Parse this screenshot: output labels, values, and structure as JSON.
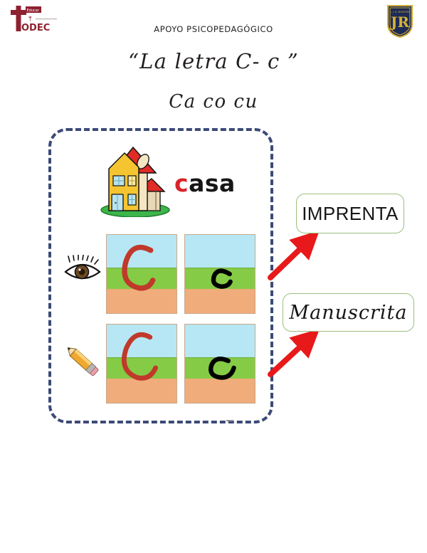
{
  "page": {
    "header_title": "APOYO PSICOPEDAGÓGICO",
    "title": "“La letra C- c ”",
    "subtitle": "Ca co cu"
  },
  "logos": {
    "left": {
      "name": "odec-logo",
      "text": "ODEC",
      "top_text": "Educar",
      "color": "#8e2230"
    },
    "right": {
      "name": "jr-shield-logo",
      "monogram": "JR",
      "shield_color": "#1d2a55",
      "accent_color": "#d4af37"
    }
  },
  "panel": {
    "border_color": "#3c4a76",
    "border_style": "dashed",
    "illustration": {
      "name": "house-illustration",
      "alt": "casa",
      "wall_color": "#f5c531",
      "roof_color": "#e02b26",
      "grass_color": "#3cb54a",
      "window_color": "#b8e4ef"
    },
    "word": {
      "first_letter": "c",
      "rest": "asa",
      "full": "casa",
      "first_letter_color": "#d8232a",
      "rest_color": "#161616"
    },
    "rows": [
      {
        "style": "imprenta",
        "icon": "eye-icon",
        "cells": [
          {
            "letter": "C",
            "case": "uppercase",
            "color": "#c0392b"
          },
          {
            "letter": "c",
            "case": "lowercase",
            "color": "#000000"
          }
        ]
      },
      {
        "style": "manuscrita",
        "icon": "pencil-icon",
        "cells": [
          {
            "letter": "C",
            "case": "uppercase",
            "color": "#c0392b"
          },
          {
            "letter": "c",
            "case": "lowercase",
            "color": "#000000"
          }
        ]
      }
    ],
    "bands": {
      "sky": "#b7e7f4",
      "grass": "#85cb46",
      "soil": "#f1ac7b"
    }
  },
  "labels": {
    "imprenta": "IMPRENTA",
    "manuscrita": "Manuscrita",
    "box_border_color": "#9cbf7e",
    "arrow_color": "#e8191b"
  }
}
